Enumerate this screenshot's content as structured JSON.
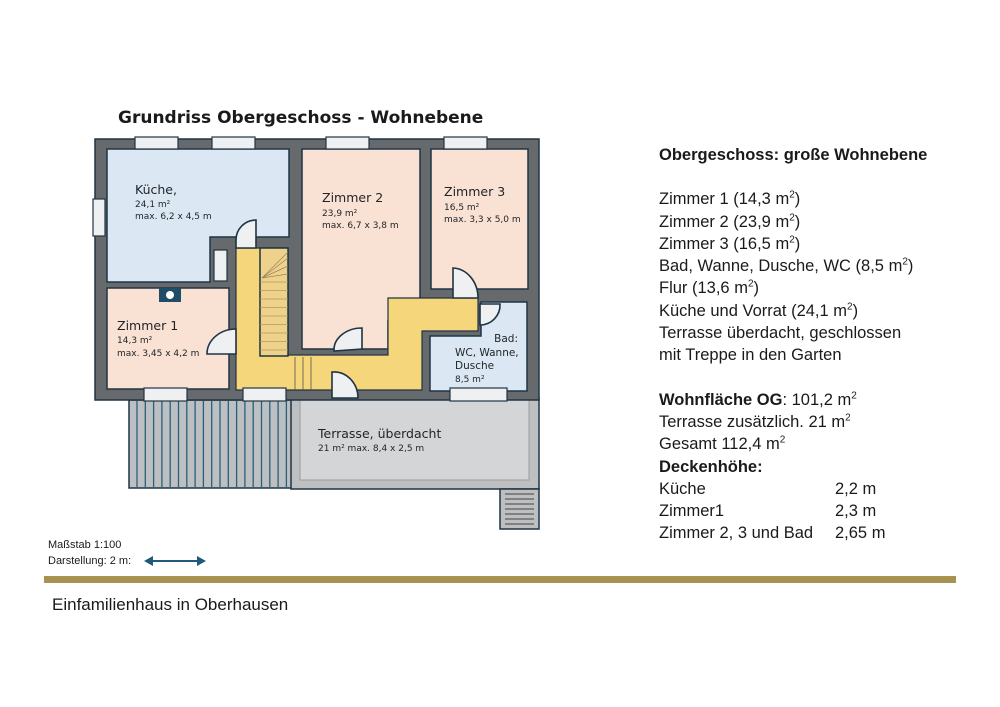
{
  "plan": {
    "title": "Grundriss Obergeschoss - Wohnebene",
    "colors": {
      "wall": "#666a6d",
      "outline": "#1f3444",
      "kitchen_bath": "#dbe8f4",
      "bedroom": "#f9e1d4",
      "hall": "#f5d67a",
      "terrace": "#d2d3d4",
      "balcony": "#bcc0c3",
      "balcony_slats": "#2c5f7a",
      "window": "#eef0f2",
      "door": "#eef0f2",
      "chimney": "#1f4c66"
    },
    "rooms": {
      "kueche": {
        "name": "Küche,",
        "area": "24,1 m²",
        "dims": "max. 6,2 x 4,5 m"
      },
      "zimmer2": {
        "name": "Zimmer 2",
        "area": "23,9 m²",
        "dims": "max. 6,7 x 3,8 m"
      },
      "zimmer3": {
        "name": "Zimmer 3",
        "area": "16,5 m²",
        "dims": "max. 3,3 x 5,0 m"
      },
      "zimmer1": {
        "name": "Zimmer 1",
        "area": "14,3 m²",
        "dims": "max. 3,45 x 4,2 m"
      },
      "bad": {
        "line1": "Bad:",
        "line2": "WC, Wanne,",
        "line3": "Dusche",
        "area": "8,5 m²"
      },
      "terrasse": {
        "name": "Terrasse, überdacht",
        "info": "21 m² max. 8,4 x 2,5 m"
      }
    }
  },
  "info": {
    "heading": "Obergeschoss: große Wohnebene",
    "rooms": [
      {
        "label": "Zimmer 1 (14,3 m",
        "close": ")"
      },
      {
        "label": "Zimmer 2 (23,9 m",
        "close": ")"
      },
      {
        "label": "Zimmer 3 (16,5 m",
        "close": ")"
      },
      {
        "label": "Bad, Wanne, Dusche, WC (8,5 m",
        "close": ")"
      },
      {
        "label": "Flur (13,6 m",
        "close": ")"
      },
      {
        "label": "Küche und Vorrat (24,1 m",
        "close": ")"
      }
    ],
    "terrace_line1": "Terrasse überdacht, geschlossen",
    "terrace_line2": "mit Treppe in den Garten",
    "wohnflaeche_label": "Wohnfläche OG",
    "wohnflaeche_value": ": 101,2 m",
    "terrasse_extra": "Terrasse zusätzlich. 21 m",
    "gesamt": "Gesamt 112,4 m",
    "sup": "2",
    "ceiling_heading": "Deckenhöhe:",
    "ceiling": [
      {
        "room": "Küche",
        "height": "2,2 m"
      },
      {
        "room": "Zimmer1",
        "height": "2,3 m"
      },
      {
        "room": "Zimmer 2, 3 und Bad",
        "height": "2,65 m"
      }
    ]
  },
  "scale": {
    "line1": "Maßstab 1:100",
    "line2": "Darstellung: 2 m:",
    "arrow_color": "#1f5a7a"
  },
  "footer": {
    "text": "Einfamilienhaus in Oberhausen",
    "bar_color": "#a8924f"
  }
}
